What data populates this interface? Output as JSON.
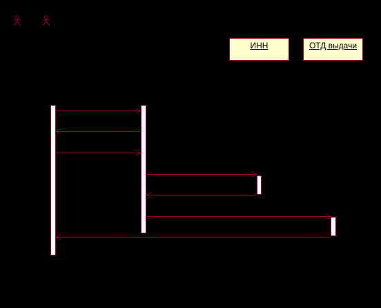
{
  "diagram": {
    "type": "sequence-diagram",
    "colors": {
      "background": "#000000",
      "line": "#990033",
      "object_fill": "#ffffcc",
      "activation_fill": "#ffffff"
    },
    "actors": [
      {
        "icon": "stick-figure-icon",
        "label": ""
      },
      {
        "icon": "stick-figure-icon",
        "label": ""
      }
    ],
    "objects": [
      {
        "label": "ИНН"
      },
      {
        "label": "ОТД выдачи"
      }
    ]
  }
}
